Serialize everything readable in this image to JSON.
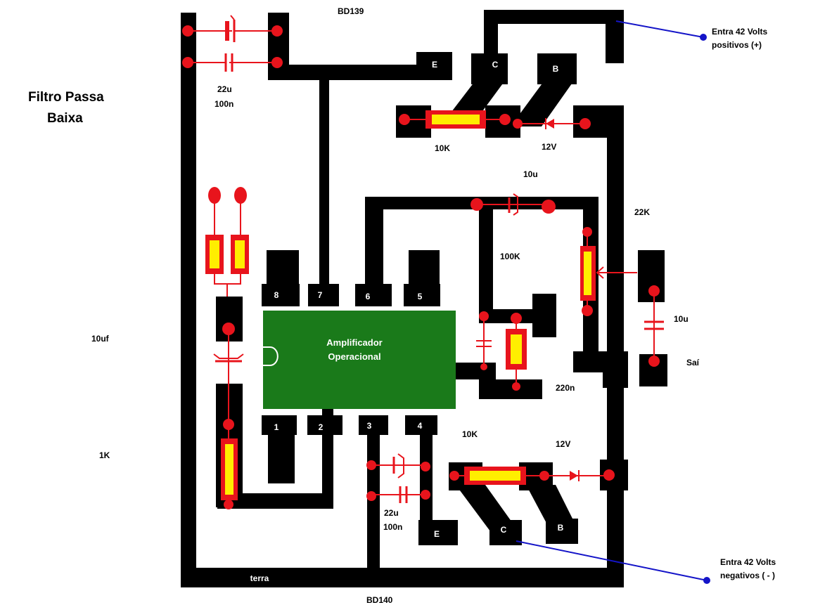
{
  "title": {
    "line1": "Filtro Passa",
    "line2": "Baixa"
  },
  "chip": {
    "line1": "Amplificador",
    "line2": "Operacional",
    "pins": [
      "8",
      "7",
      "6",
      "5",
      "1",
      "2",
      "3",
      "4"
    ]
  },
  "transistors": {
    "top_name": "BD139",
    "bottom_name": "BD140",
    "top_pins": [
      "E",
      "C",
      "B"
    ],
    "bottom_pins": [
      "E",
      "C",
      "B"
    ]
  },
  "components": {
    "cap_top": [
      "22u",
      "100n"
    ],
    "cap_bottom": [
      "22u",
      "100n"
    ],
    "res_top": "10K",
    "zener_top": "12V",
    "cap_fb": "10u",
    "res_fb": "100K",
    "pot": "22K",
    "cap_out": "10u",
    "out_label": "Saí",
    "cap_filter": "220n",
    "res_bottom": "10K",
    "zener_bottom": "12V",
    "cap_input": "10uf",
    "res_input": "1K",
    "ground": "terra"
  },
  "supply": {
    "positive": [
      "Entra 42 Volts",
      "positivos (+)"
    ],
    "negative": [
      "Entra 42 Volts",
      "negativos ( - )"
    ]
  },
  "colors": {
    "trace": "#000000",
    "component": "#e8141c",
    "resistor_fill": "#ffee00",
    "chip": "#1a7a1a",
    "wire": "#1414c8"
  }
}
